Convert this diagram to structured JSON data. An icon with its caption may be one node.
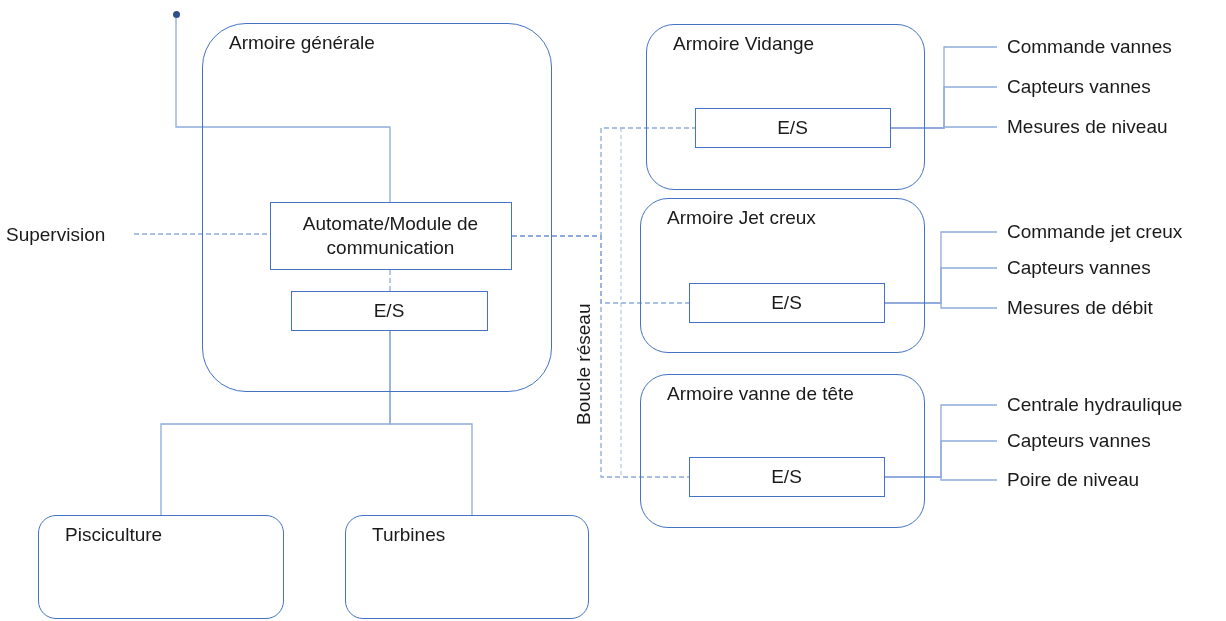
{
  "diagram": {
    "nodes": [
      {
        "text": [],
        "shape": "circle"
      },
      {
        "text": [
          "Armoire générale"
        ]
      },
      {
        "text": [
          "Automate/Module de communication"
        ],
        "in": 1
      },
      {
        "text": [
          "E/S"
        ],
        "in": 1
      },
      {
        "text": [
          "Supervision"
        ]
      },
      {
        "text": [
          "Pisciculture"
        ]
      },
      {
        "text": [
          "Turbines"
        ]
      },
      {
        "text": [
          "Armoire Vidange"
        ]
      },
      {
        "text": [
          "E/S"
        ],
        "in": 7
      },
      {
        "text": [
          "Armoire Jet creux"
        ]
      },
      {
        "text": [
          "E/S"
        ],
        "in": 9
      },
      {
        "text": [
          "Armoire vanne de tête"
        ]
      },
      {
        "text": [
          "E/S"
        ],
        "in": 11
      },
      {
        "text": [
          "Commande vannes"
        ]
      },
      {
        "text": [
          "Capteurs vannes"
        ]
      },
      {
        "text": [
          "Mesures de niveau"
        ]
      },
      {
        "text": [
          "Commande jet creux"
        ]
      },
      {
        "text": [
          "Capteurs vannes"
        ]
      },
      {
        "text": [
          "Mesures de débit"
        ]
      },
      {
        "text": [
          "Centrale hydraulique"
        ]
      },
      {
        "text": [
          "Capteurs vannes"
        ]
      },
      {
        "text": [
          "Poire de niveau"
        ]
      }
    ],
    "edges": [
      {
        "from": 0,
        "to": 2,
        "arrow": "none"
      },
      {
        "from": 4,
        "to": 2,
        "arrow": "none",
        "style": "dashed"
      },
      {
        "from": 2,
        "to": 3,
        "arrow": "none",
        "style": "dashed"
      },
      {
        "from": 3,
        "to": 5,
        "arrow": "none"
      },
      {
        "from": 3,
        "to": 6,
        "arrow": "none"
      },
      {
        "from": 2,
        "to": 8,
        "arrow": "none",
        "style": "dashed"
      },
      {
        "from": 2,
        "to": 10,
        "arrow": "none",
        "style": "dashed"
      },
      {
        "from": 2,
        "to": 12,
        "arrow": "none",
        "style": "dashed"
      },
      {
        "from": 8,
        "to": 13,
        "arrow": "none"
      },
      {
        "from": 8,
        "to": 14,
        "arrow": "none"
      },
      {
        "from": 8,
        "to": 15,
        "arrow": "none"
      },
      {
        "from": 10,
        "to": 16,
        "arrow": "none"
      },
      {
        "from": 10,
        "to": 17,
        "arrow": "none"
      },
      {
        "from": 10,
        "to": 18,
        "arrow": "none"
      },
      {
        "from": 12,
        "to": 19,
        "arrow": "none"
      },
      {
        "from": 12,
        "to": 20,
        "arrow": "none"
      },
      {
        "from": 12,
        "to": 21,
        "arrow": "none"
      }
    ],
    "labels": [
      "Boucle réseau"
    ]
  }
}
